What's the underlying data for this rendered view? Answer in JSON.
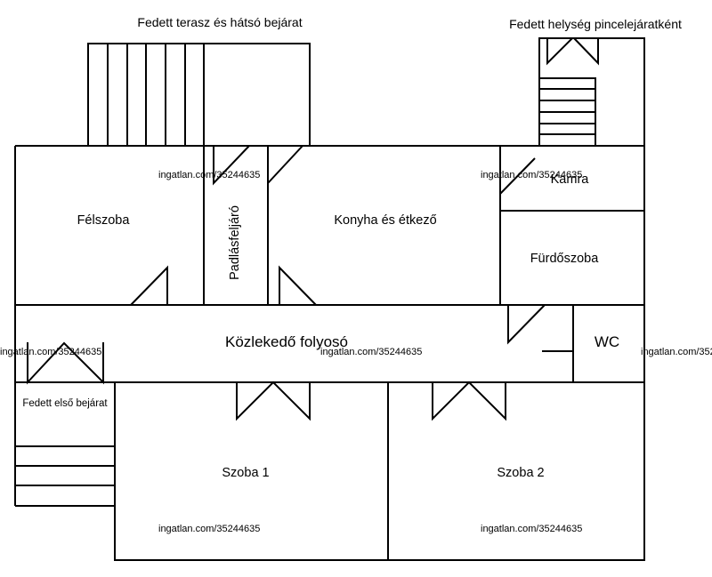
{
  "labels": {
    "terrace": "Fedett terasz és hátsó bejárat",
    "cellar": "Fedett helység pincelejáratként",
    "felszoba": "Félszoba",
    "padlas": "Padlásfeljáró",
    "konyha": "Konyha és étkező",
    "kamra": "Kamra",
    "furdo": "Fürdőszoba",
    "folyoso": "Közlekedő folyosó",
    "wc": "WC",
    "front": "Fedett első bejárat",
    "szoba1": "Szoba 1",
    "szoba2": "Szoba 2"
  },
  "watermark": "ingatlan.com/35244635",
  "colors": {
    "ink": "#000000",
    "watermark": "#d9d9d9",
    "background": "#ffffff"
  }
}
